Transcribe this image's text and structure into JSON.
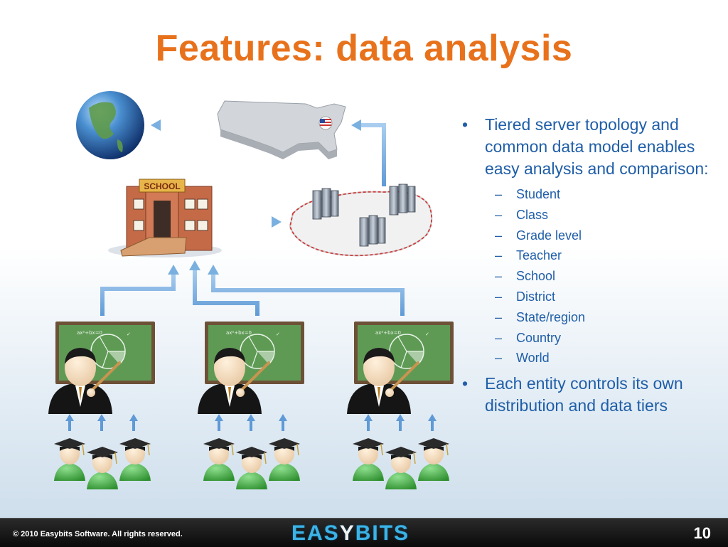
{
  "slide": {
    "title": "Features: data analysis",
    "bullets": [
      {
        "text": "Tiered server topology and common data model enables easy analysis and comparison:"
      },
      {
        "text": "Each entity controls its own distribution and data tiers"
      }
    ],
    "sub_items": [
      "Student",
      "Class",
      "Grade level",
      "Teacher",
      "School",
      "District",
      "State/region",
      "Country",
      "World"
    ],
    "bullet_symbol": "•",
    "dash_symbol": "–"
  },
  "diagram": {
    "school_sign": "SCHOOL"
  },
  "footer": {
    "copyright": "© 2010 Easybits Software. All rights reserved.",
    "logo_part1": "EAS",
    "logo_part2": "Y",
    "logo_part3": "BITS",
    "page_number": "10"
  },
  "colors": {
    "title": "#e8721c",
    "bullet_text": "#1f5ea8",
    "arrow": "#7ab0e0",
    "board": "#5f9a55",
    "student_shirt": "#3fae3f"
  }
}
